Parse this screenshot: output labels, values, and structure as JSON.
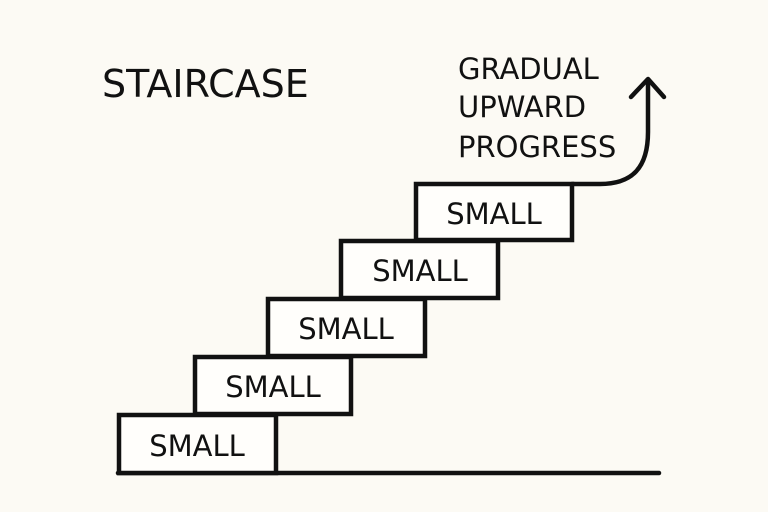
{
  "title": "STAIRCASE",
  "annotation": {
    "lines": [
      "GRADUAL",
      "UPWARD",
      "PROGRESS"
    ]
  },
  "steps": [
    {
      "label": "SMALL"
    },
    {
      "label": "SMALL"
    },
    {
      "label": "SMALL"
    },
    {
      "label": "SMALL"
    },
    {
      "label": "SMALL"
    }
  ],
  "colors": {
    "background": "#fcfaf4",
    "ink": "#111111",
    "box_fill": "#fffefb"
  }
}
